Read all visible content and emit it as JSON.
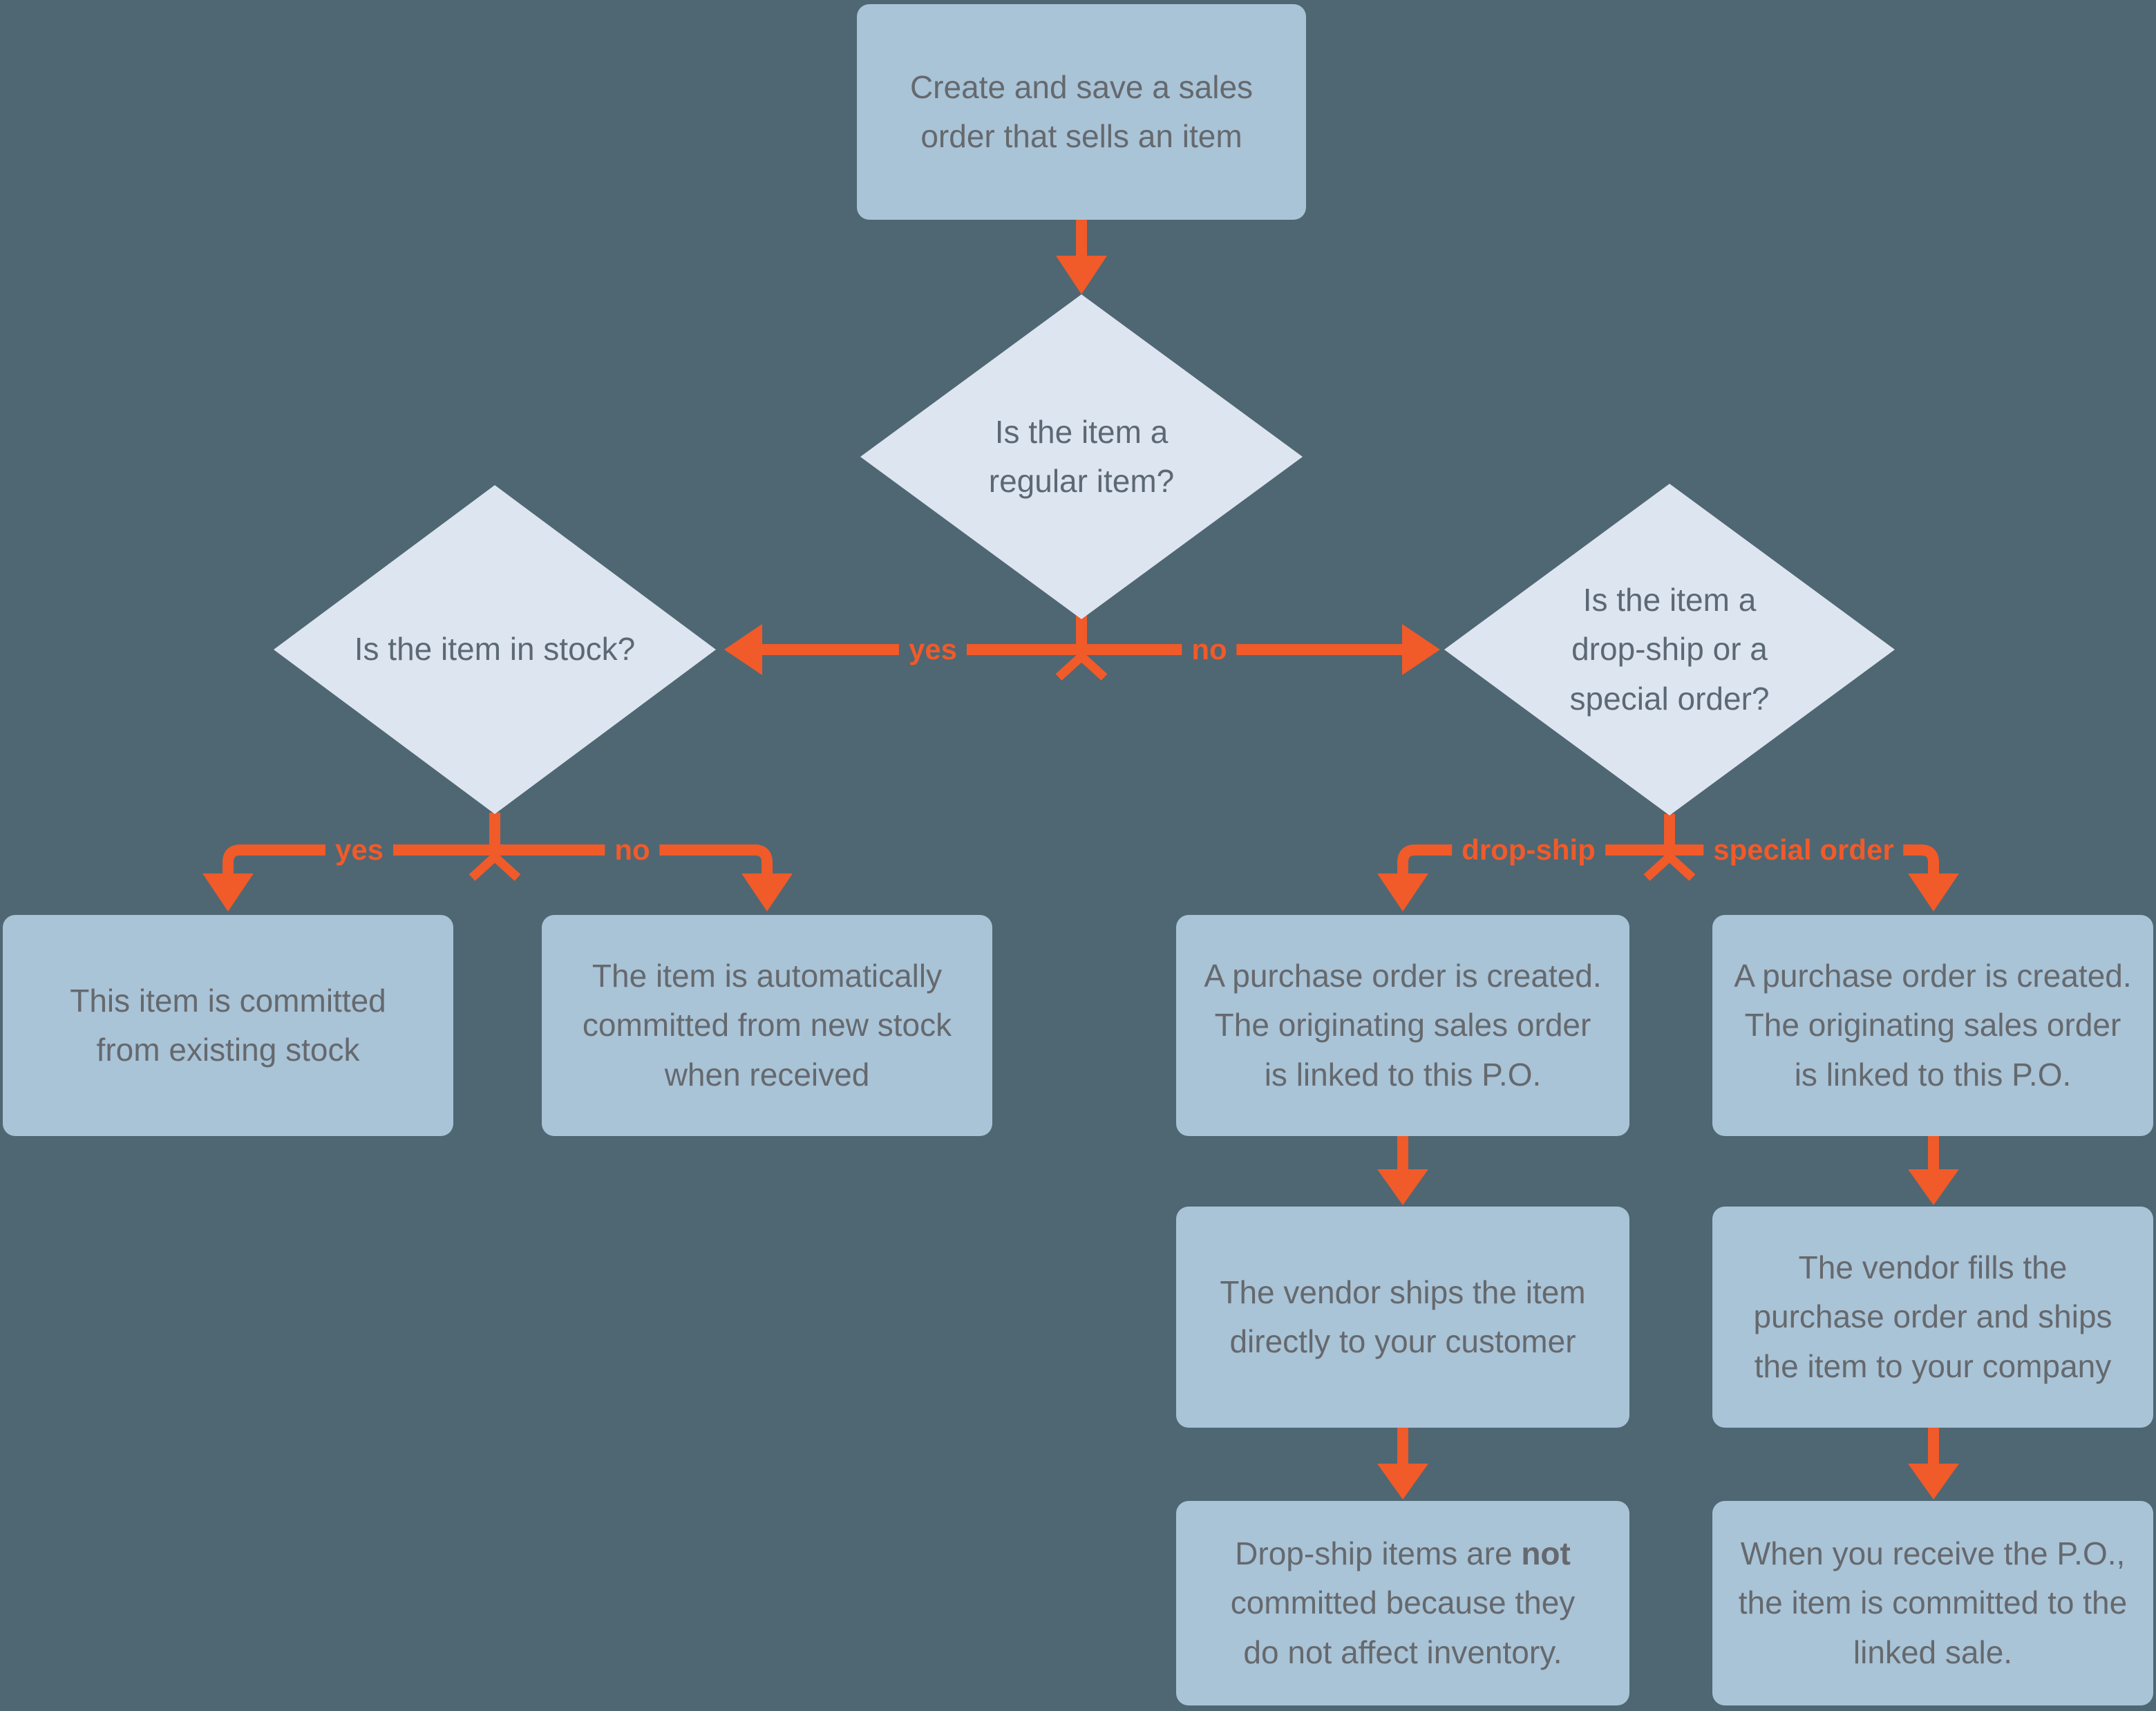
{
  "colors": {
    "background": "#4e6773",
    "process_fill": "#a9c3d7",
    "decision_fill": "#dde5f0",
    "arrow": "#f15a29",
    "process_text": "#65696d",
    "decision_text": "#5c6974"
  },
  "nodes": {
    "start": {
      "text": "Create and save a sales order that sells an item"
    },
    "decision_regular": {
      "text": "Is the item a regular item?"
    },
    "decision_stock": {
      "text": "Is the item in stock?"
    },
    "decision_order_type": {
      "text": "Is the item a drop-ship or a special order?"
    },
    "stock_yes_result": {
      "text": "This item is committed from existing stock"
    },
    "stock_no_result": {
      "text": "The item is automatically committed from new stock when received"
    },
    "dropship_po": {
      "text": "A purchase order is created. The originating sales order is linked to this P.O."
    },
    "dropship_vendor": {
      "text": "The vendor ships the item directly to your customer"
    },
    "dropship_commit": {
      "text_prefix": "Drop-ship items are ",
      "text_bold": "not",
      "text_suffix": " committed because they do not affect inventory."
    },
    "special_po": {
      "text": "A purchase order is created. The originating sales order is linked to this P.O."
    },
    "special_vendor": {
      "text": "The vendor fills the purchase order and ships the item to your company"
    },
    "special_commit": {
      "text": "When you receive the P.O., the item is committed to the linked sale."
    }
  },
  "edge_labels": {
    "regular_yes": "yes",
    "regular_no": "no",
    "stock_yes": "yes",
    "stock_no": "no",
    "order_dropship": "drop-ship",
    "order_special": "special order"
  }
}
